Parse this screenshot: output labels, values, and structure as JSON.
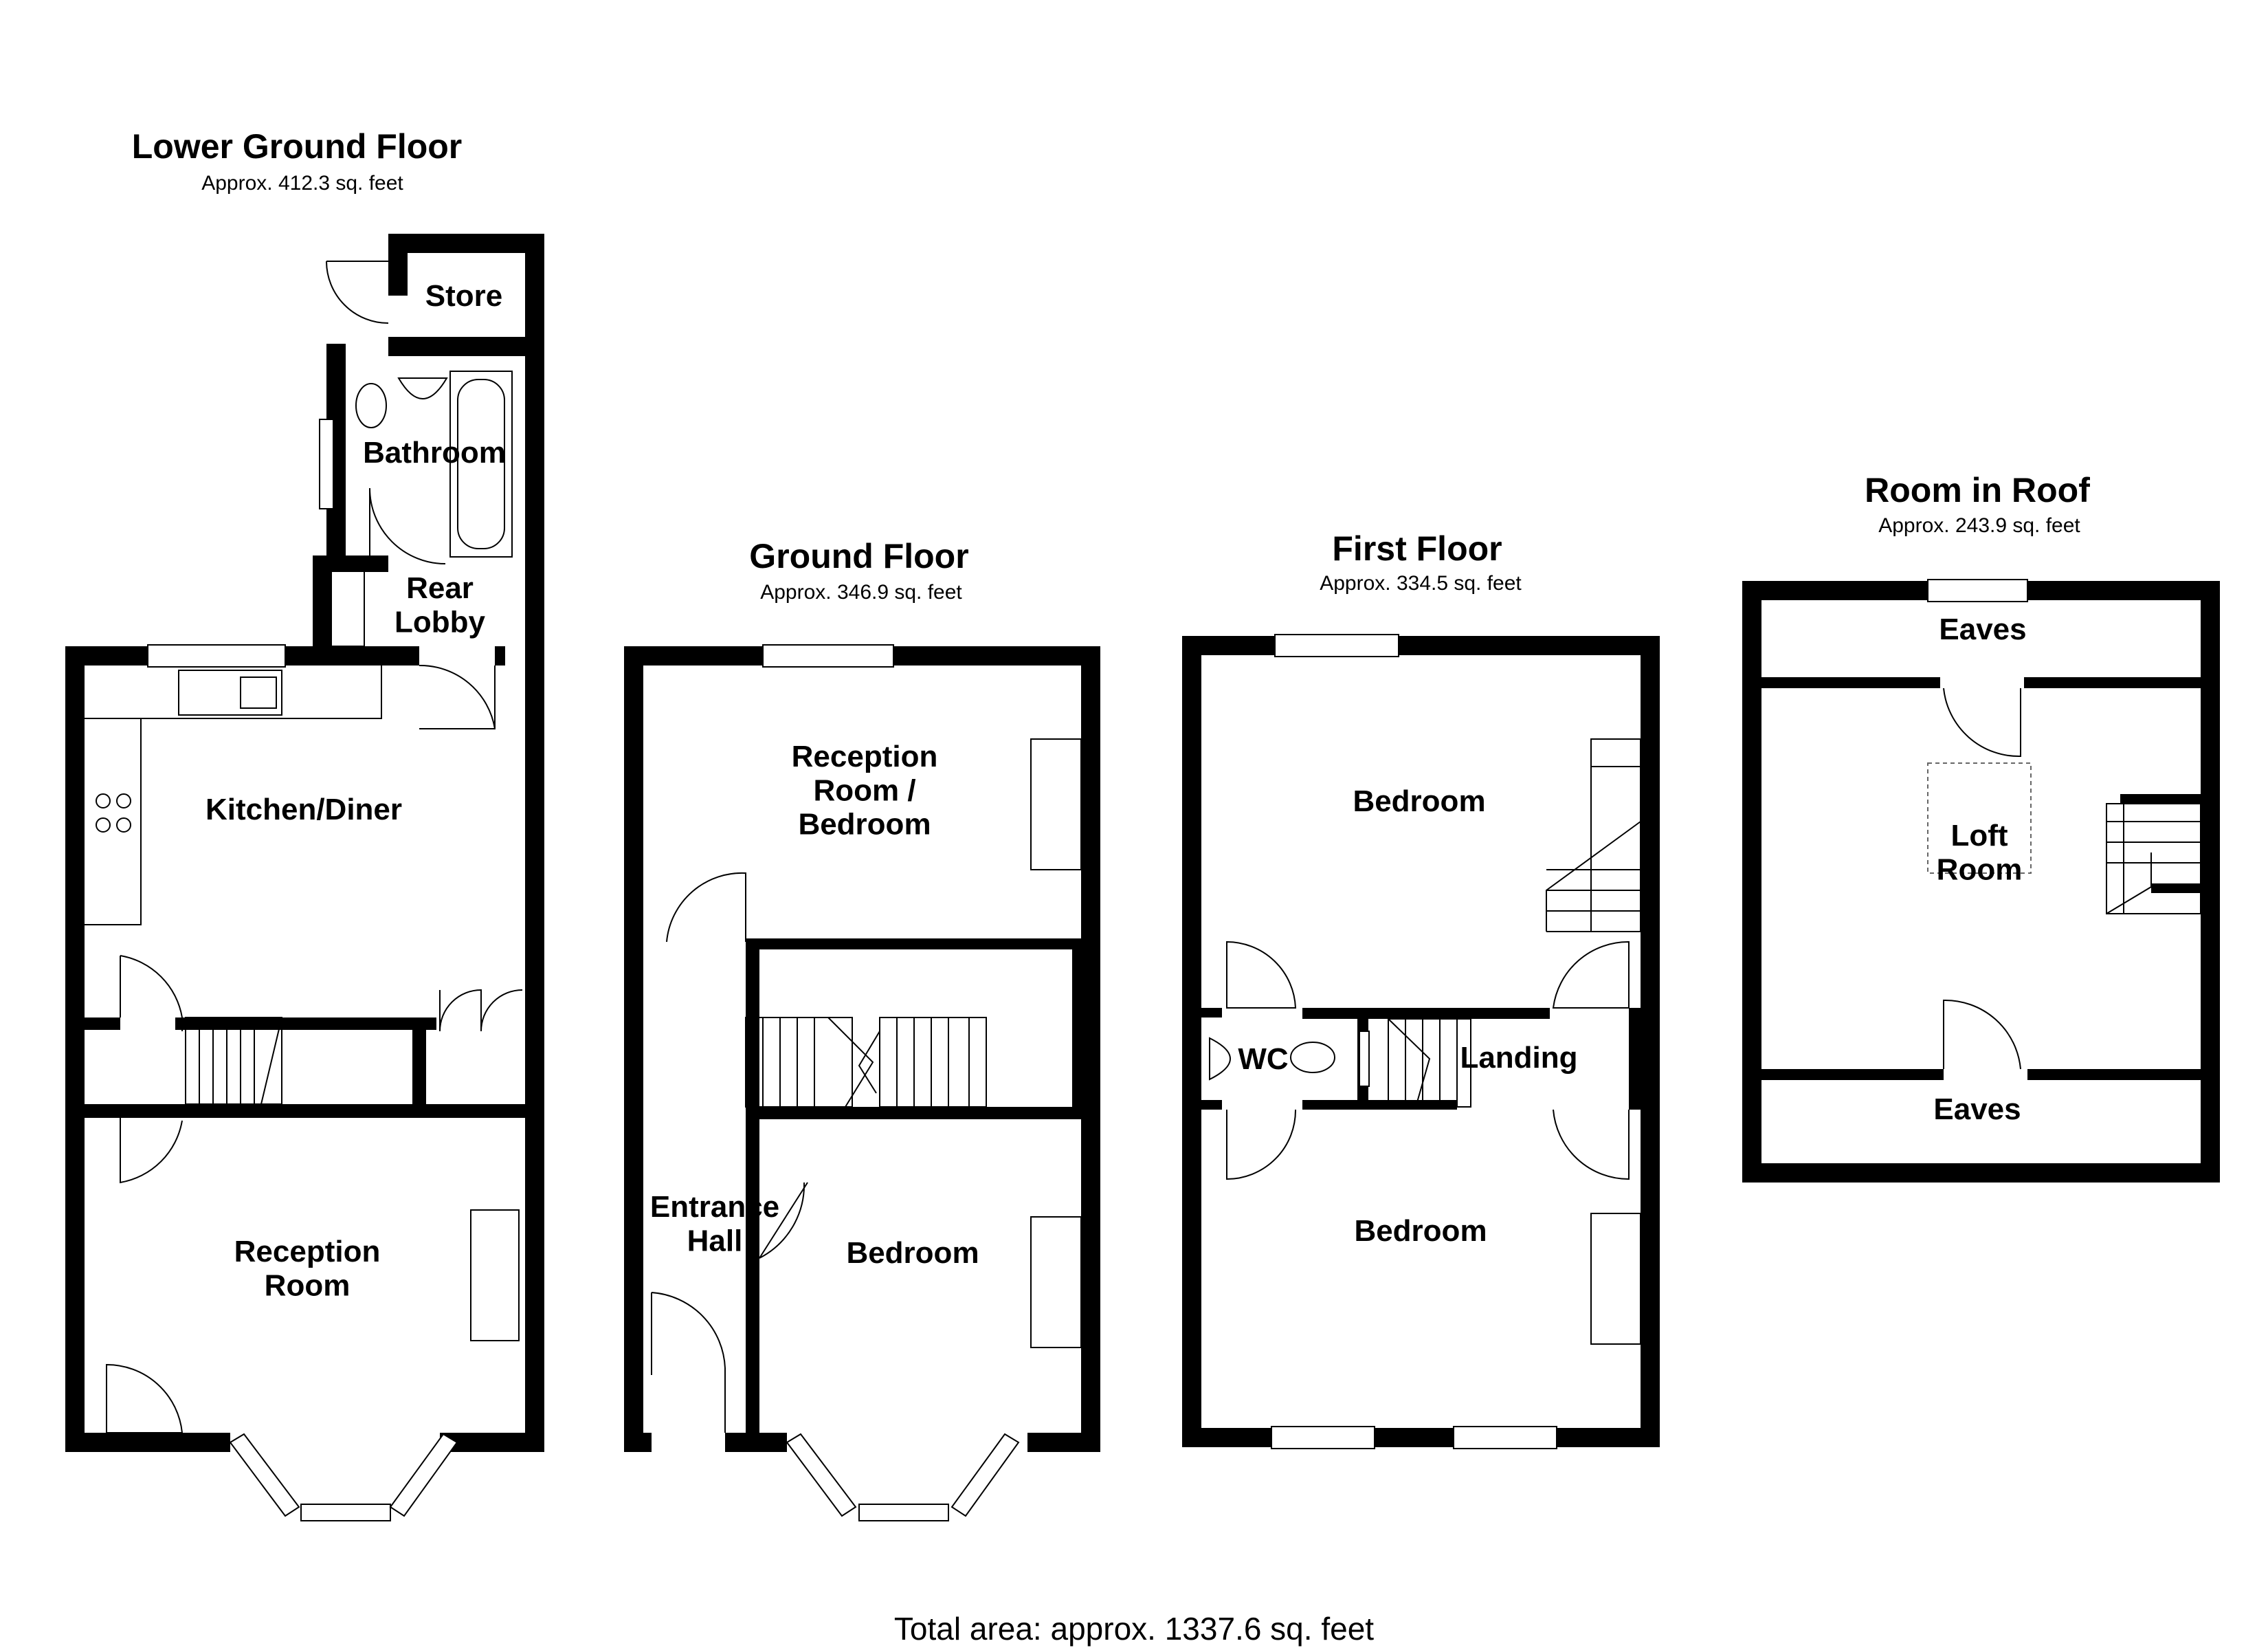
{
  "floors": [
    {
      "name": "Lower Ground Floor",
      "area": "Approx. 412.3 sq. feet",
      "rooms": [
        "Store",
        "Bathroom",
        "Rear\nLobby",
        "Kitchen/Diner",
        "Reception\nRoom"
      ]
    },
    {
      "name": "Ground Floor",
      "area": "Approx. 346.9 sq. feet",
      "rooms": [
        "Reception\nRoom /\nBedroom",
        "Entrance\nHall",
        "Bedroom"
      ]
    },
    {
      "name": "First Floor",
      "area": "Approx. 334.5 sq. feet",
      "rooms": [
        "Bedroom",
        "WC",
        "Landing",
        "Bedroom"
      ]
    },
    {
      "name": "Room in Roof",
      "area": "Approx. 243.9 sq. feet",
      "rooms": [
        "Eaves",
        "Loft\nRoom",
        "Eaves"
      ]
    }
  ],
  "total_area": "Total area: approx. 1337.6 sq. feet"
}
